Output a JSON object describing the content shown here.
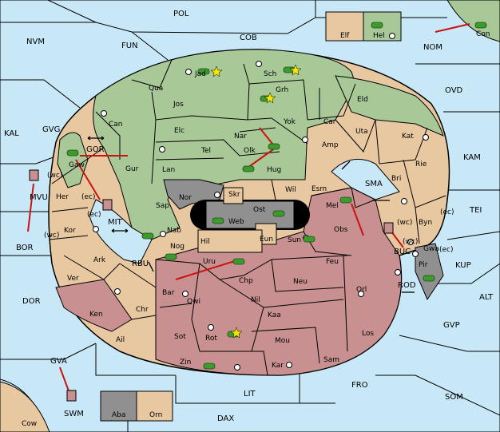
{
  "colors": {
    "sea": "#c8e8f8",
    "green": "#a8c898",
    "tan": "#e8c8a0",
    "red": "#c89090",
    "gray": "#909090",
    "black": "#000000",
    "arrow": "#cc1111",
    "unit": "#3c9a2e"
  },
  "seas": [
    {
      "id": "POL",
      "label": "POL"
    },
    {
      "id": "NVM",
      "label": "NVM"
    },
    {
      "id": "FUN",
      "label": "FUN"
    },
    {
      "id": "COB",
      "label": "COB"
    },
    {
      "id": "NOM",
      "label": "NOM"
    },
    {
      "id": "OVD",
      "label": "OVD"
    },
    {
      "id": "KAL",
      "label": "KAL"
    },
    {
      "id": "GVG",
      "label": "GVG"
    },
    {
      "id": "KAM",
      "label": "KAM"
    },
    {
      "id": "TEI",
      "label": "TEI"
    },
    {
      "id": "BOR",
      "label": "BOR"
    },
    {
      "id": "KUP",
      "label": "KUP"
    },
    {
      "id": "ALT",
      "label": "ALT"
    },
    {
      "id": "DOR",
      "label": "DOR"
    },
    {
      "id": "GVP",
      "label": "GVP"
    },
    {
      "id": "GVA",
      "label": "GVA"
    },
    {
      "id": "FRO",
      "label": "FRO"
    },
    {
      "id": "SOM",
      "label": "SOM"
    },
    {
      "id": "LIT",
      "label": "LIT"
    },
    {
      "id": "DAX",
      "label": "DAX"
    },
    {
      "id": "MIT",
      "label": "MIT"
    },
    {
      "id": "GOR",
      "label": "GOR"
    },
    {
      "id": "SMA",
      "label": "SMA"
    },
    {
      "id": "RBU",
      "label": "RBU"
    },
    {
      "id": "ROD",
      "label": "ROD"
    },
    {
      "id": "BUC",
      "label": "BUC"
    },
    {
      "id": "MVU",
      "label": "MVU"
    },
    {
      "id": "SWM",
      "label": "SWM"
    }
  ],
  "provinces": [
    {
      "id": "Elf",
      "label": "Elf"
    },
    {
      "id": "Hel",
      "label": "Hel"
    },
    {
      "id": "Con",
      "label": "Con"
    },
    {
      "id": "Jad",
      "label": "Jad"
    },
    {
      "id": "Sch",
      "label": "Sch"
    },
    {
      "id": "Qua",
      "label": "Qua"
    },
    {
      "id": "Jos",
      "label": "Jos"
    },
    {
      "id": "Grh",
      "label": "Grh"
    },
    {
      "id": "Eld",
      "label": "Eld"
    },
    {
      "id": "Can",
      "label": "Can"
    },
    {
      "id": "Elc",
      "label": "Elc"
    },
    {
      "id": "Nar",
      "label": "Nar"
    },
    {
      "id": "Yok",
      "label": "Yok"
    },
    {
      "id": "Car",
      "label": "Car"
    },
    {
      "id": "Uta",
      "label": "Uta"
    },
    {
      "id": "Tel",
      "label": "Tel"
    },
    {
      "id": "Olk",
      "label": "Olk"
    },
    {
      "id": "Amp",
      "label": "Amp"
    },
    {
      "id": "Kat",
      "label": "Kat"
    },
    {
      "id": "Gaw",
      "label": "Gaw"
    },
    {
      "id": "Gur",
      "label": "Gur"
    },
    {
      "id": "Lan",
      "label": "Lan"
    },
    {
      "id": "Hug",
      "label": "Hug"
    },
    {
      "id": "Rie",
      "label": "Rie"
    },
    {
      "id": "Nor",
      "label": "Nor"
    },
    {
      "id": "Wil",
      "label": "Wil"
    },
    {
      "id": "Esm",
      "label": "Esm"
    },
    {
      "id": "Bri",
      "label": "Bri"
    },
    {
      "id": "Her",
      "label": "Her"
    },
    {
      "id": "Skr",
      "label": "Skr"
    },
    {
      "id": "Ost",
      "label": "Ost"
    },
    {
      "id": "Web",
      "label": "Web"
    },
    {
      "id": "Sap",
      "label": "Sap"
    },
    {
      "id": "Mel",
      "label": "Mel"
    },
    {
      "id": "Kor",
      "label": "Kor"
    },
    {
      "id": "Byn",
      "label": "Byn"
    },
    {
      "id": "Nab",
      "label": "Nab"
    },
    {
      "id": "Obs",
      "label": "Obs"
    },
    {
      "id": "Eun",
      "label": "Eun"
    },
    {
      "id": "Sun",
      "label": "Sun"
    },
    {
      "id": "Hil",
      "label": "Hil"
    },
    {
      "id": "Nog",
      "label": "Nog"
    },
    {
      "id": "Gwa",
      "label": "Gwa"
    },
    {
      "id": "Ark",
      "label": "Ark"
    },
    {
      "id": "Uru",
      "label": "Uru"
    },
    {
      "id": "Feu",
      "label": "Feu"
    },
    {
      "id": "Pir",
      "label": "Pir"
    },
    {
      "id": "Ver",
      "label": "Ver"
    },
    {
      "id": "Chp",
      "label": "Chp"
    },
    {
      "id": "Neu",
      "label": "Neu"
    },
    {
      "id": "Bar",
      "label": "Bar"
    },
    {
      "id": "Orl",
      "label": "Orl"
    },
    {
      "id": "Qwi",
      "label": "Qwi"
    },
    {
      "id": "Nil",
      "label": "Nil"
    },
    {
      "id": "Ken",
      "label": "Ken"
    },
    {
      "id": "Chr",
      "label": "Chr"
    },
    {
      "id": "Kaa",
      "label": "Kaa"
    },
    {
      "id": "Los",
      "label": "Los"
    },
    {
      "id": "Ail",
      "label": "Ail"
    },
    {
      "id": "Sot",
      "label": "Sot"
    },
    {
      "id": "Rot",
      "label": "Rot"
    },
    {
      "id": "Mou",
      "label": "Mou"
    },
    {
      "id": "Sam",
      "label": "Sam"
    },
    {
      "id": "Zin",
      "label": "Zin"
    },
    {
      "id": "Kar",
      "label": "Kar"
    },
    {
      "id": "Aba",
      "label": "Aba"
    },
    {
      "id": "Orn",
      "label": "Orn"
    },
    {
      "id": "Cow",
      "label": "Cow"
    }
  ],
  "coast_tags": [
    "(wc)",
    "(ec)",
    "(ec)",
    "(wc)",
    "(wc)",
    "(ec)",
    "(wc)",
    "(ec)"
  ]
}
